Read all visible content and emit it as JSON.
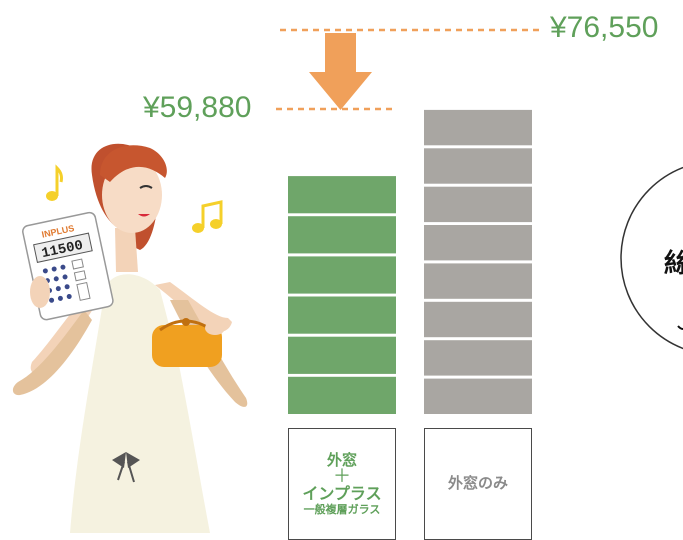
{
  "chart_data": {
    "type": "bar",
    "categories": [
      "外窓＋インプラス 一般複層ガラス",
      "外窓のみ"
    ],
    "values": [
      59880,
      76550
    ],
    "value_labels": [
      "¥59,880",
      "¥76,550"
    ],
    "segments_per_bar": [
      6,
      8
    ],
    "colors": {
      "bar_with_inplus": "#6fa66a",
      "bar_outer_only": "#a9a6a2",
      "guide_line": "#f0a05a",
      "arrow": "#f0a05a",
      "price_text": "#5fa05a"
    },
    "grid": false,
    "legend": "none"
  },
  "labels": {
    "bar1": {
      "line1": "外窓",
      "line2": "＋",
      "line3": "インプラス",
      "line4": "一般複層ガラス"
    },
    "bar2": {
      "line1": "外窓のみ"
    }
  },
  "calculator": {
    "brand": "INPLUS",
    "display": "11500"
  },
  "circle_badge": {
    "visible_fragment": "絲"
  },
  "icons": [
    "music-note-icon",
    "double-music-note-icon",
    "down-arrow-icon"
  ]
}
